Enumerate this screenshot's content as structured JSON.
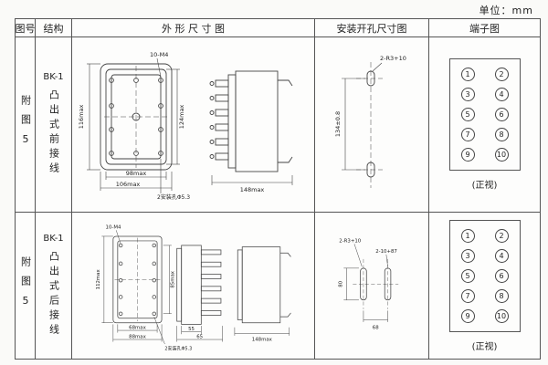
{
  "unit_label": "单位：mm",
  "headers": {
    "fig_no": "图号",
    "structure": "结构",
    "outline": "外 形 尺 寸 图",
    "mounting": "安装开孔尺寸图",
    "terminal": "端子图"
  },
  "rows": [
    {
      "fig_no": "附图5",
      "model": "BK-1",
      "structure_vertical": "凸出式前接线",
      "outline": {
        "dim_left": "116max",
        "dim_right": "124max",
        "screw_label": "10-M4",
        "dim_bottom_inner": "98max",
        "dim_bottom_outer": "106max",
        "hole_label": "2安装孔Φ5.3",
        "side_width": "148max"
      },
      "mounting": {
        "slot_label": "2-R3+10",
        "dim_vertical": "134±0.8"
      },
      "terminal": {
        "cells": [
          "1",
          "2",
          "3",
          "4",
          "5",
          "6",
          "7",
          "8",
          "9",
          "10"
        ],
        "view_label": "(正视)"
      }
    },
    {
      "fig_no": "附图5",
      "model": "BK-1",
      "structure_vertical": "凸出式后接线",
      "outline": {
        "dim_left": "112max",
        "dim_right": "85max",
        "screw_label": "10-M4",
        "dim_bottom_inner": "68max",
        "dim_bottom_outer": "88max",
        "hole_label": "2安装孔Φ5.3",
        "mid_dim_a": "55",
        "mid_dim_b": "65",
        "side_width": "148max"
      },
      "mounting": {
        "slot_label": "2-R3+10",
        "slot_label2": "2-10+87",
        "dim_vertical": "80",
        "dim_bottom": "68"
      },
      "terminal": {
        "cells": [
          "1",
          "2",
          "3",
          "4",
          "5",
          "6",
          "7",
          "8",
          "9",
          "10"
        ],
        "view_label": "(正视)"
      }
    }
  ]
}
